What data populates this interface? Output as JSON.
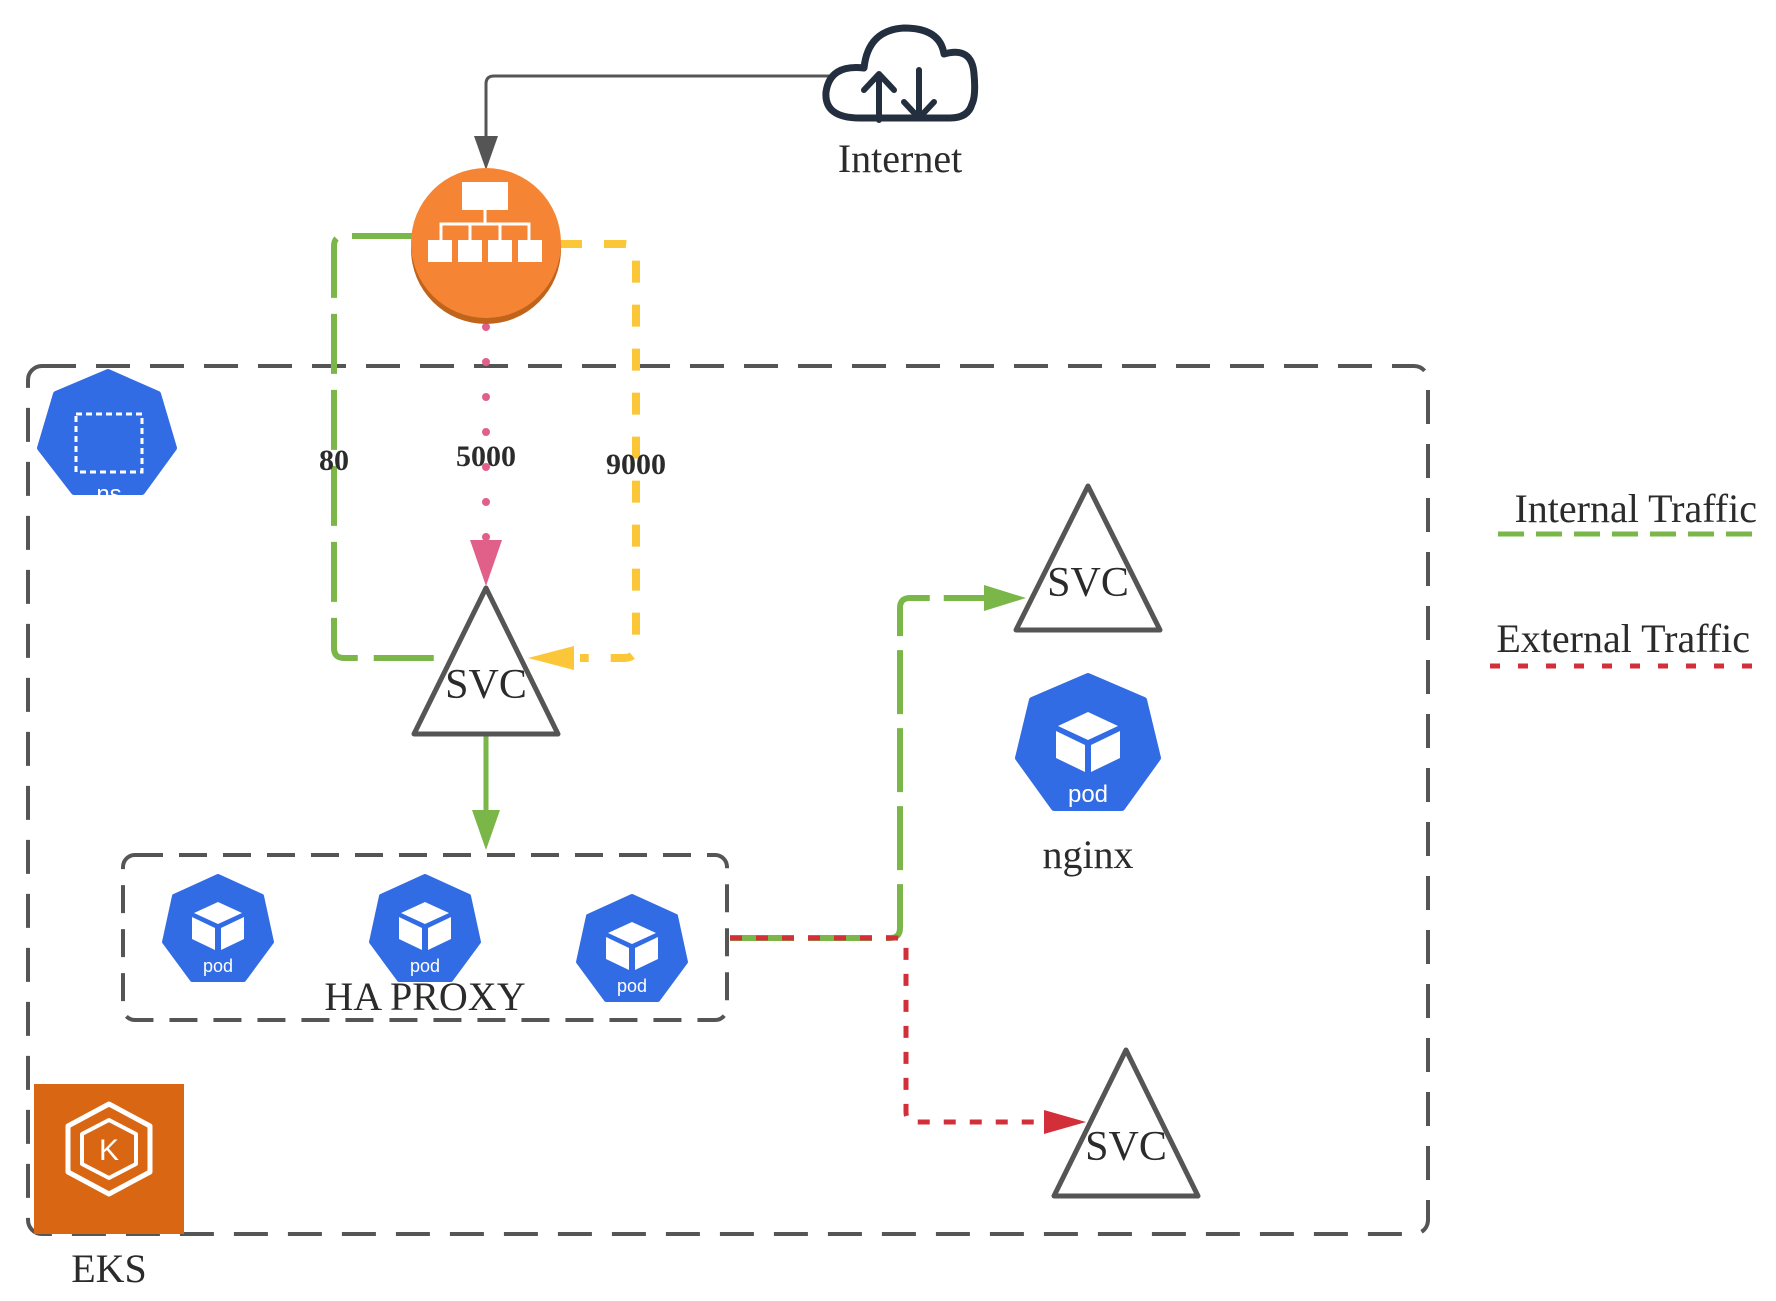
{
  "nodes": {
    "internet_label": "Internet",
    "ns_label": "ns",
    "svc_main_label": "SVC",
    "svc_nginx_label": "SVC",
    "svc_external_label": "SVC",
    "nginx_pod_label": "pod",
    "nginx_label": "nginx",
    "haproxy_label": "HA PROXY",
    "haproxy_pods": [
      "pod",
      "pod",
      "pod"
    ],
    "eks_label": "EKS",
    "eks_logo_letter": "K"
  },
  "ports": {
    "port_80": "80",
    "port_5000": "5000",
    "port_9000": "9000"
  },
  "legend": {
    "internal": "Internal Traffic",
    "external": "External Traffic"
  },
  "icons": {
    "internet": "cloud-upload-download-icon",
    "load_balancer": "load-balancer-icon",
    "namespace": "kubernetes-namespace-icon",
    "pod": "kubernetes-pod-icon",
    "eks": "eks-logo"
  },
  "colors": {
    "internal_traffic": "#7ab648",
    "external_traffic": "#d32f3a",
    "port_5000_line": "#e0608a",
    "port_9000_line": "#fbc638",
    "kubernetes_blue": "#326ce5",
    "load_balancer_orange": "#f58534",
    "eks_orange": "#d86613",
    "boundary_gray": "#555555"
  }
}
